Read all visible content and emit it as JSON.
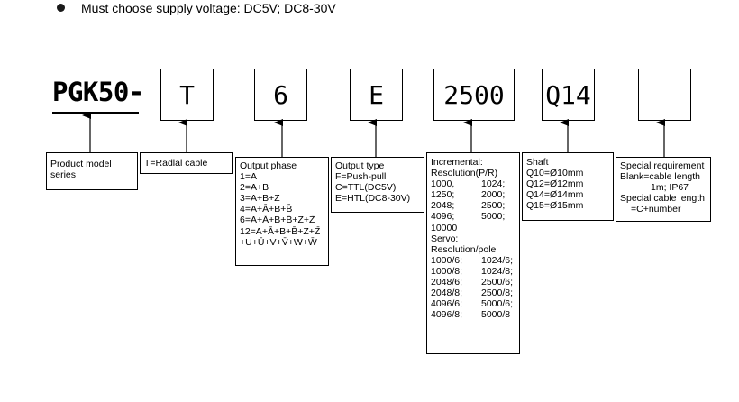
{
  "note": "Must choose supply voltage:  DC5V; DC8-30V",
  "model_prefix": "PGK50-",
  "codes": [
    "T",
    "6",
    "E",
    "2500",
    "Q14",
    ""
  ],
  "product": {
    "lines": [
      "Product model",
      "series"
    ]
  },
  "cable": {
    "line": "T=Radlal cable"
  },
  "output_phase": {
    "title": "Output phase",
    "opts": [
      "1=A",
      "2=A+B",
      "3=A+B+Z",
      "4=A+Ā+B+B̄",
      "6=A+Ā+B+B̄+Z+Z̄",
      "12=A+Ā+B+B̄+Z+Z̄",
      "+U+Ū+V+V̄+W+W̄"
    ]
  },
  "output_type": {
    "lines": [
      "Output type",
      "F=Push-pull",
      "C=TTL(DC5V)",
      "E=HTL(DC8-30V)"
    ]
  },
  "resolution": {
    "incremental_title": "Incremental:",
    "incremental_sub": "Resolution(P/R)",
    "incremental_pairs": [
      [
        "1000,",
        "1024;"
      ],
      [
        "1250;",
        "2000;"
      ],
      [
        "2048;",
        "2500;"
      ],
      [
        "4096;",
        "5000;"
      ]
    ],
    "incremental_last": "10000",
    "servo_title": "Servo:",
    "servo_sub": "Resolution/pole",
    "servo_pairs": [
      [
        "1000/6;",
        "1024/6;"
      ],
      [
        "1000/8;",
        "1024/8;"
      ],
      [
        "2048/6;",
        "2500/6;"
      ],
      [
        "2048/8;",
        "2500/8;"
      ],
      [
        "4096/6;",
        "5000/6;"
      ],
      [
        "4096/8;",
        "5000/8"
      ]
    ]
  },
  "shaft": {
    "lines": [
      "Shaft",
      "Q10=Ø10mm",
      "Q12=Ø12mm",
      "Q14=Ø14mm",
      "Q15=Ø15mm"
    ]
  },
  "special": {
    "lines": [
      "Special requirement",
      "Blank=cable length",
      "1m; IP67",
      "Special cable length",
      "=C+number"
    ]
  }
}
